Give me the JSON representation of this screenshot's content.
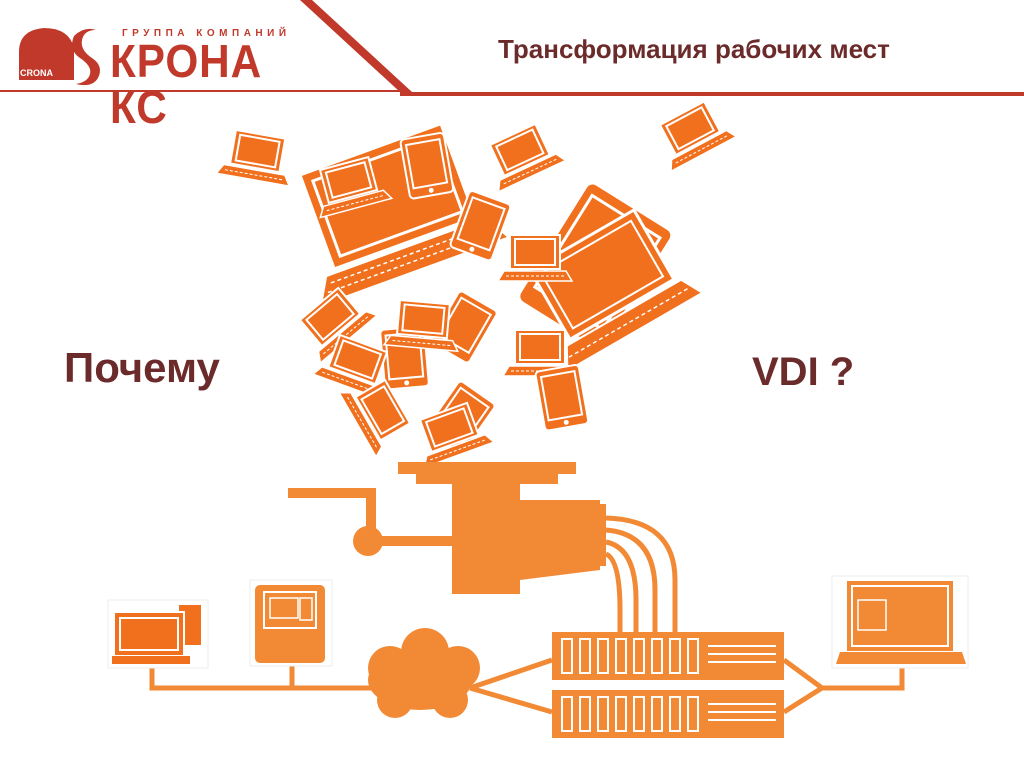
{
  "header": {
    "logo": {
      "group_text": "ГРУППА КОМПАНИЙ",
      "brand": "КРОНА КС",
      "crona": "CRONA"
    },
    "title": "Трансформация рабочих мест"
  },
  "main": {
    "left_word": "Почему",
    "right_word": "VDI ?"
  },
  "colors": {
    "accent_red": "#c0392b",
    "title_brown": "#6b2b2b",
    "device_orange": "#f0701e",
    "machine_orange": "#f28a35"
  },
  "icons": [
    "falling-devices-illustration",
    "meat-grinder-icon",
    "server-rack-icon",
    "cloud-icon",
    "laptop-icon",
    "desktop-pc-icon",
    "thin-client-icon"
  ]
}
